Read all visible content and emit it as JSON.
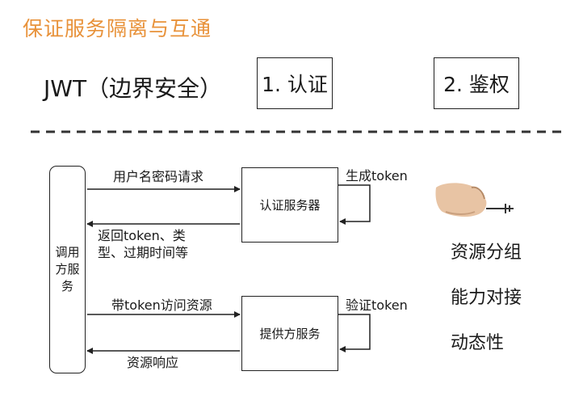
{
  "title": "保证服务隔离与互通",
  "jwt_label": "JWT（边界安全）",
  "top_boxes": [
    "1. 认证",
    "2. 鉴权"
  ],
  "caller": [
    "调用",
    "方服",
    "务"
  ],
  "auth_service": "认证服务器",
  "provider_service": "提供方服务",
  "arrows": {
    "request": "用户名密码请求",
    "return_line1": "返回token、类",
    "return_line2": "型、过期时间等",
    "generate": "生成token",
    "access": "带token访问资源",
    "verify": "验证token",
    "response": "资源响应"
  },
  "features": [
    "资源分组",
    "能力对接",
    "动态性"
  ]
}
